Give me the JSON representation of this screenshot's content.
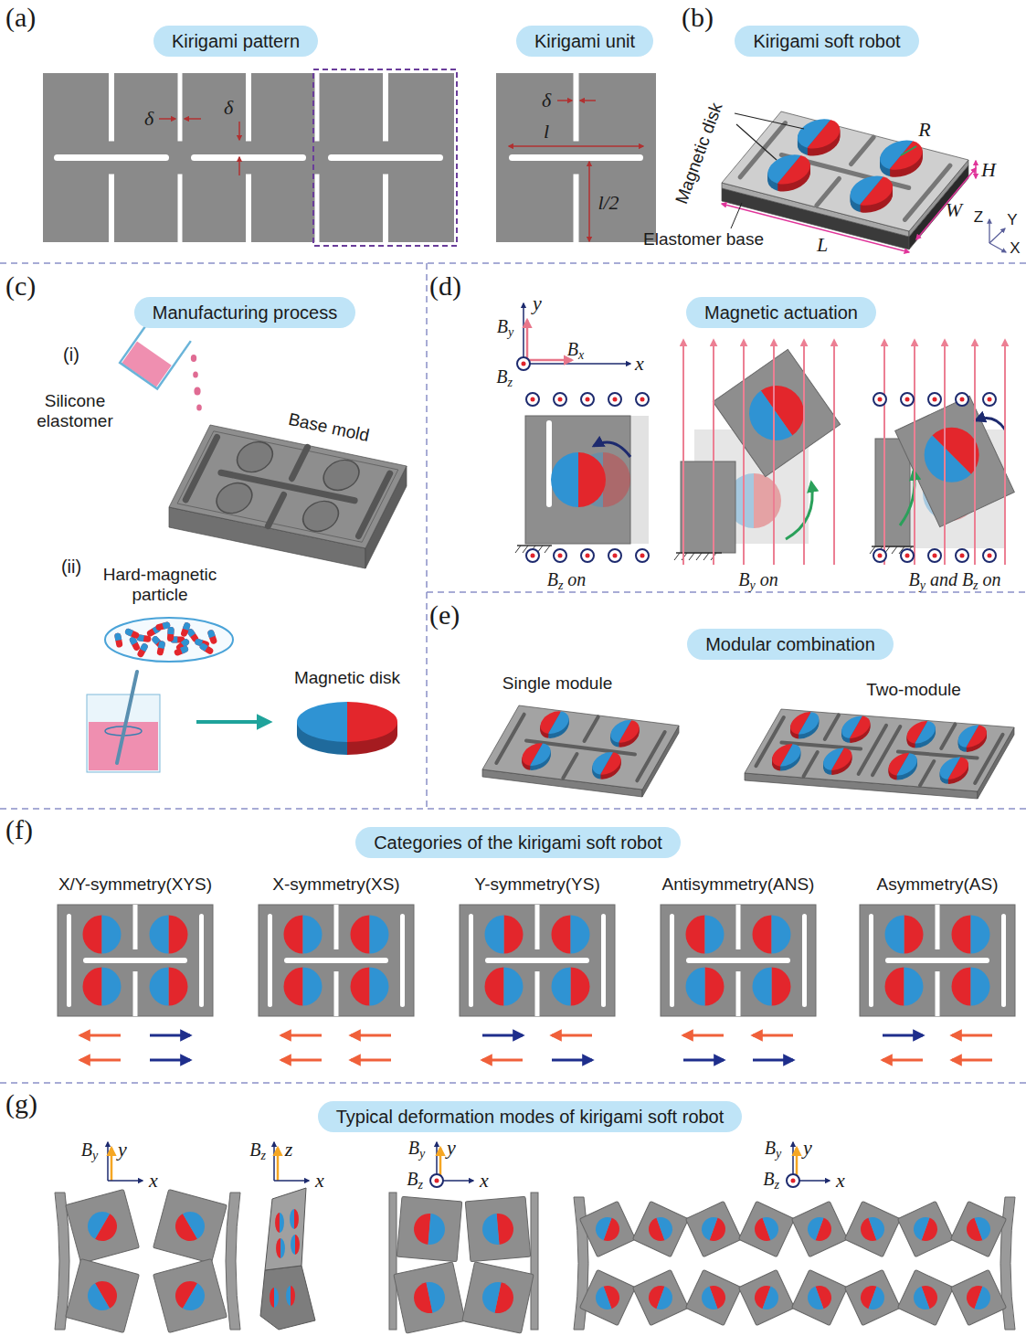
{
  "diagram": {
    "nodes": [
      {
        "text": [
          "Kirigami pattern"
        ]
      },
      {
        "text": [
          "Kirigami unit"
        ]
      },
      {
        "text": [
          "Kirigami soft robot"
        ]
      },
      {
        "text": [
          "Manufacturing process"
        ]
      },
      {
        "text": [
          "Magnetic actuation"
        ]
      },
      {
        "text": [
          "Modular combination"
        ]
      },
      {
        "text": [
          "Categories of the kirigami soft robot"
        ]
      },
      {
        "text": [
          "Typical deformation modes of kirigami soft robot"
        ]
      }
    ],
    "labels": [
      "(a)",
      "δ",
      "δ",
      "δ",
      "l",
      "l/2",
      "(b)",
      "Magnetic disk",
      "R",
      "H",
      "W",
      "L",
      "Elastomer base",
      "Z",
      "Y",
      "X",
      "(c)",
      "(i)",
      "Silicone elastomer",
      "Base mold",
      "(ii)",
      "Hard-magnetic particle",
      "Magnetic disk",
      "(d)",
      "y",
      "By",
      "Bx",
      "x",
      "Bz",
      "Bz on",
      "By on",
      "By and Bz on",
      "(e)",
      "Single module",
      "Two-module",
      "(f)",
      "X/Y-symmetry(XYS)",
      "X-symmetry(XS)",
      "Y-symmetry(YS)",
      "Antisymmetry(ANS)",
      "Asymmetry(AS)",
      "(g)",
      "By",
      "y",
      "x",
      "Bz",
      "z",
      "x",
      "By",
      "y",
      "Bz",
      "x",
      "By",
      "y",
      "Bz",
      "x"
    ]
  }
}
